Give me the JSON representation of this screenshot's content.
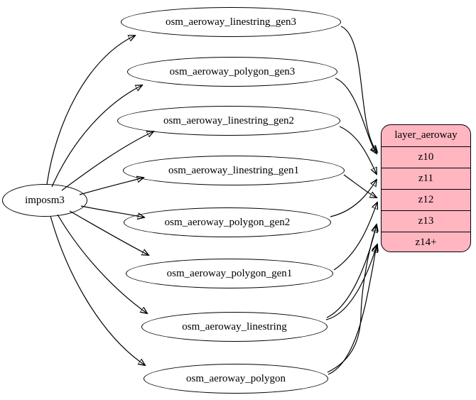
{
  "source": {
    "label": "imposm3"
  },
  "tables": [
    {
      "label": "osm_aeroway_linestring_gen3"
    },
    {
      "label": "osm_aeroway_polygon_gen3"
    },
    {
      "label": "osm_aeroway_linestring_gen2"
    },
    {
      "label": "osm_aeroway_linestring_gen1"
    },
    {
      "label": "osm_aeroway_polygon_gen2"
    },
    {
      "label": "osm_aeroway_polygon_gen1"
    },
    {
      "label": "osm_aeroway_linestring"
    },
    {
      "label": "osm_aeroway_polygon"
    }
  ],
  "layer": {
    "title": "layer_aeroway",
    "zoom_rows": [
      "z10",
      "z11",
      "z12",
      "z13",
      "z14+"
    ],
    "fill_color": "#ffb6c1",
    "border_color": "#000000"
  },
  "edges": [
    {
      "from": "imposm3",
      "to": "osm_aeroway_linestring_gen3"
    },
    {
      "from": "imposm3",
      "to": "osm_aeroway_polygon_gen3"
    },
    {
      "from": "imposm3",
      "to": "osm_aeroway_linestring_gen2"
    },
    {
      "from": "imposm3",
      "to": "osm_aeroway_linestring_gen1"
    },
    {
      "from": "imposm3",
      "to": "osm_aeroway_polygon_gen2"
    },
    {
      "from": "imposm3",
      "to": "osm_aeroway_polygon_gen1"
    },
    {
      "from": "imposm3",
      "to": "osm_aeroway_linestring"
    },
    {
      "from": "imposm3",
      "to": "osm_aeroway_polygon"
    },
    {
      "from": "osm_aeroway_linestring_gen3",
      "to": "layer_aeroway:z10"
    },
    {
      "from": "osm_aeroway_polygon_gen3",
      "to": "layer_aeroway:z10"
    },
    {
      "from": "osm_aeroway_linestring_gen2",
      "to": "layer_aeroway:z11"
    },
    {
      "from": "osm_aeroway_polygon_gen2",
      "to": "layer_aeroway:z11"
    },
    {
      "from": "osm_aeroway_linestring_gen1",
      "to": "layer_aeroway:z12"
    },
    {
      "from": "osm_aeroway_polygon_gen1",
      "to": "layer_aeroway:z12"
    },
    {
      "from": "osm_aeroway_linestring",
      "to": "layer_aeroway:z13"
    },
    {
      "from": "osm_aeroway_linestring",
      "to": "layer_aeroway:z14+"
    },
    {
      "from": "osm_aeroway_polygon",
      "to": "layer_aeroway:z13"
    },
    {
      "from": "osm_aeroway_polygon",
      "to": "layer_aeroway:z14+"
    }
  ]
}
